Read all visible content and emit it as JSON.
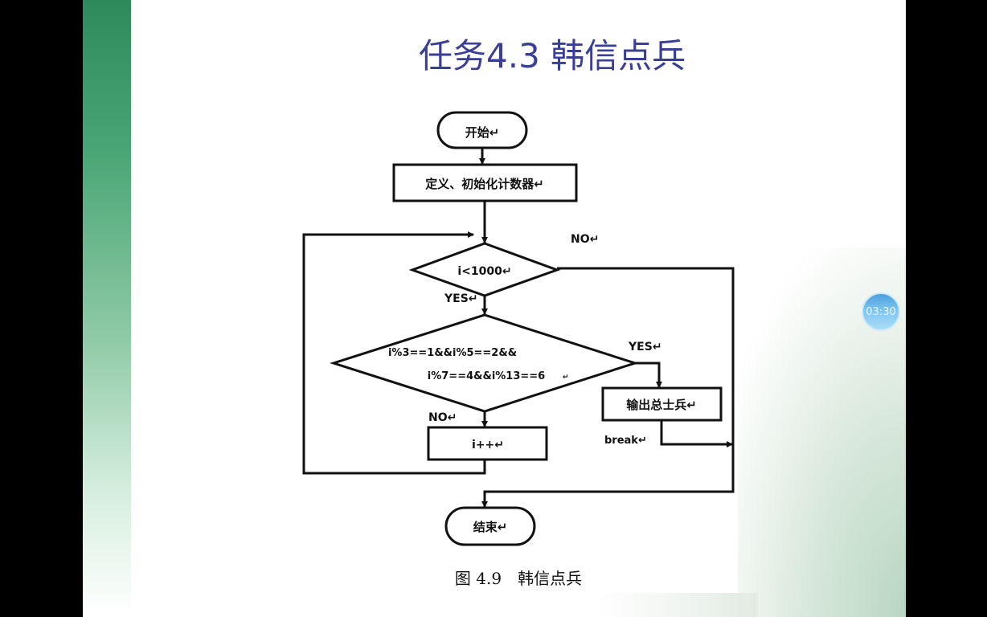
{
  "title": "任务4.3 韩信点兵",
  "timer": "03:30",
  "flowchart": {
    "start": "开始↵",
    "init": "定义、初始化计数器↵",
    "cond1": "i<1000↵",
    "no1": "NO↵",
    "yes1": "YES↵",
    "cond2_line1": "i%3==1&&i%5==2&&",
    "cond2_line2": "i%7==4&&i%13==6",
    "cond2_mark": "↵",
    "yes2": "YES↵",
    "output": "输出总士兵↵",
    "break": "break↵",
    "no2": "NO↵",
    "increment": "i++↵",
    "end": "结束↵",
    "caption": "图 4.9　韩信点兵"
  }
}
